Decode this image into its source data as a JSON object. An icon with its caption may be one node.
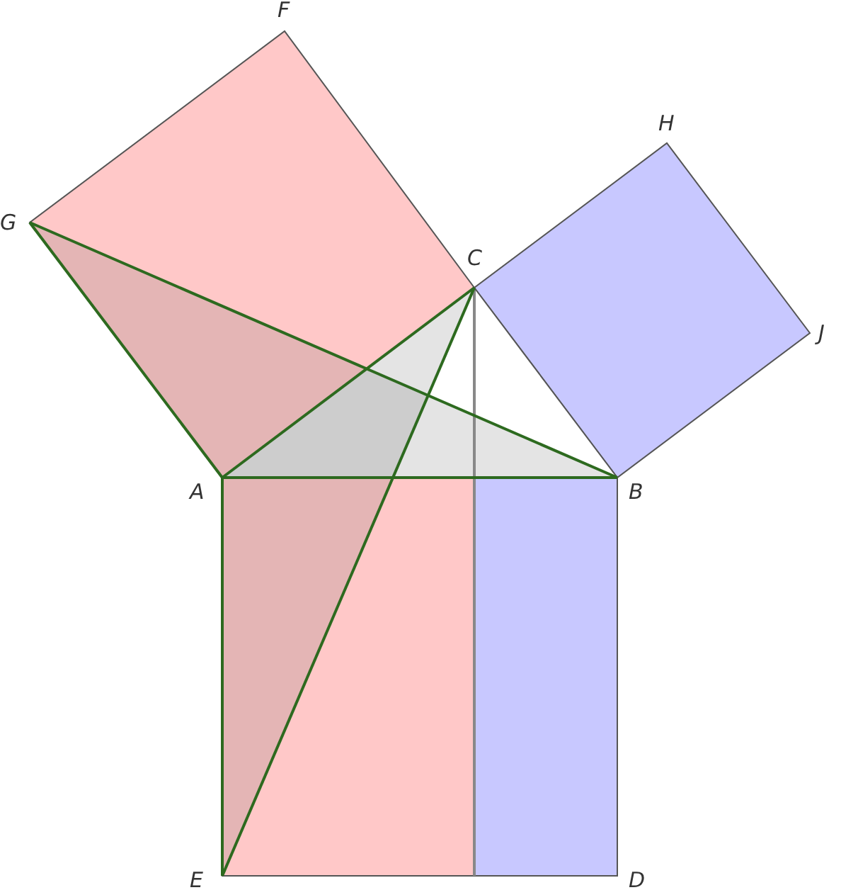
{
  "diagram": {
    "labels": [
      "F",
      "H",
      "G",
      "C",
      "J",
      "A",
      "B",
      "E",
      "D"
    ]
  }
}
